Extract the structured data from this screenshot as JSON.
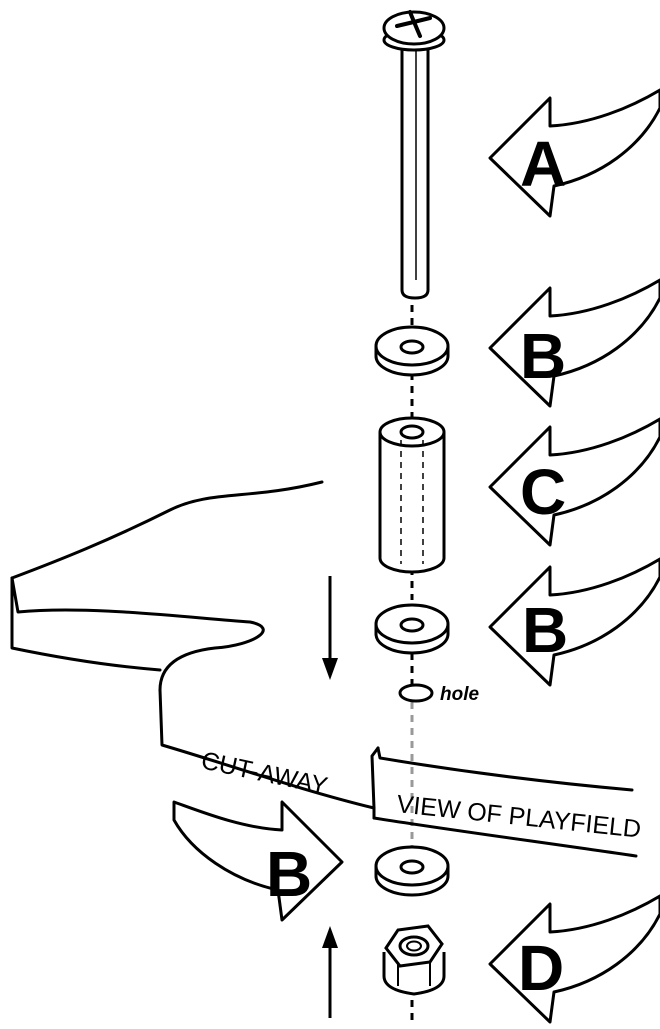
{
  "diagram": {
    "callouts": {
      "a": "A",
      "b1": "B",
      "c": "C",
      "b2": "B",
      "b3": "B",
      "d": "D"
    },
    "labels": {
      "hole": "hole",
      "cutaway": "CUT-AWAY",
      "view": "VIEW OF PLAYFIELD"
    },
    "parts": [
      "screw",
      "washer",
      "spacer",
      "washer",
      "washer",
      "lock-nut"
    ]
  }
}
